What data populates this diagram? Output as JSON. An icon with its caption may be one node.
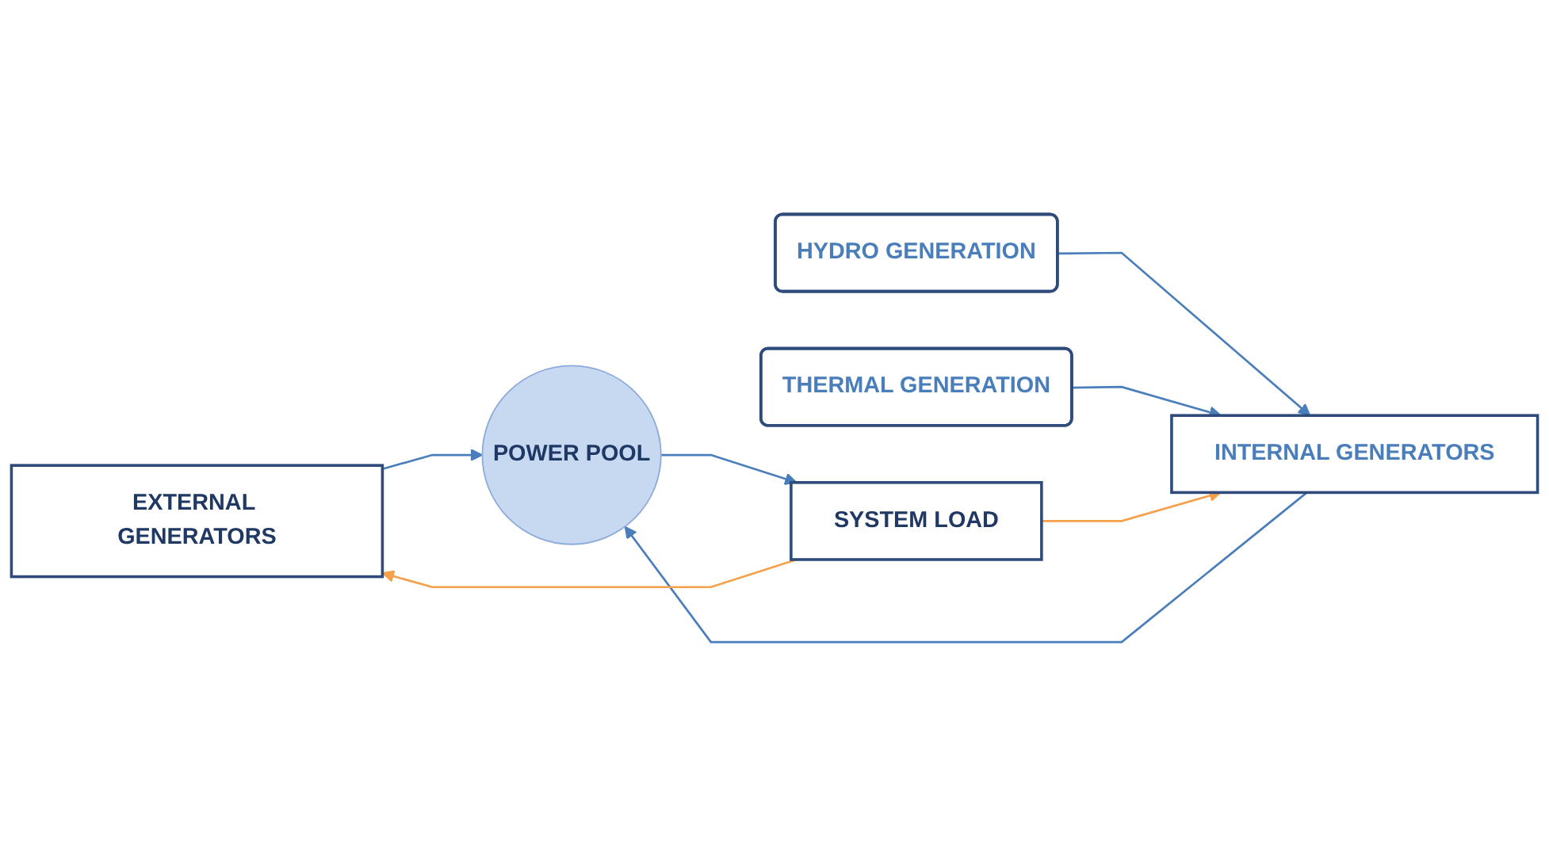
{
  "diagram": {
    "nodes": [
      {
        "text": [
          "EXTERNAL GENERATORS"
        ]
      },
      {
        "text": [
          "HYDRO GENERATION"
        ]
      },
      {
        "text": [
          "INTERNAL GENERATORS"
        ]
      },
      {
        "text": [
          "POWER POOL"
        ]
      },
      {
        "text": [
          "SYSTEM LOAD"
        ]
      },
      {
        "text": [
          "THERMAL GENERATION"
        ]
      }
    ],
    "edges": [
      {
        "from": 1,
        "to": 2,
        "arrow": "to"
      },
      {
        "from": 5,
        "to": 2,
        "arrow": "to"
      },
      {
        "from": 2,
        "to": 3,
        "arrow": "to"
      },
      {
        "from": 0,
        "to": 3,
        "arrow": "to"
      },
      {
        "from": 3,
        "to": 4,
        "arrow": "to"
      },
      {
        "from": 4,
        "to": 2,
        "arrow": "to",
        "color": "#f5a04a"
      },
      {
        "from": 4,
        "to": 0,
        "arrow": "to",
        "color": "#f5a04a"
      }
    ]
  }
}
